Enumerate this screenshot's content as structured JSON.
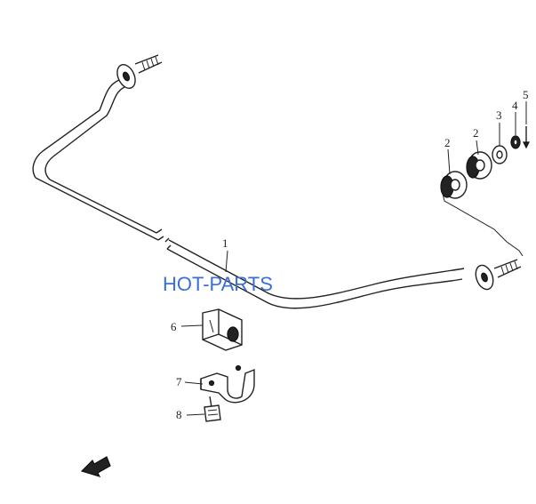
{
  "watermark": "HOT-PARTS",
  "callouts": [
    {
      "id": "bar",
      "label": "1"
    },
    {
      "id": "bushing-a",
      "label": "2"
    },
    {
      "id": "bushing-b",
      "label": "2"
    },
    {
      "id": "washer-large",
      "label": "3"
    },
    {
      "id": "washer-small",
      "label": "4"
    },
    {
      "id": "pin",
      "label": "5"
    },
    {
      "id": "mount-bushing",
      "label": "6"
    },
    {
      "id": "bracket",
      "label": "7"
    },
    {
      "id": "bolt",
      "label": "8"
    }
  ],
  "colors": {
    "watermark": "#3a6fd8",
    "ink": "#222222",
    "background": "#ffffff"
  }
}
